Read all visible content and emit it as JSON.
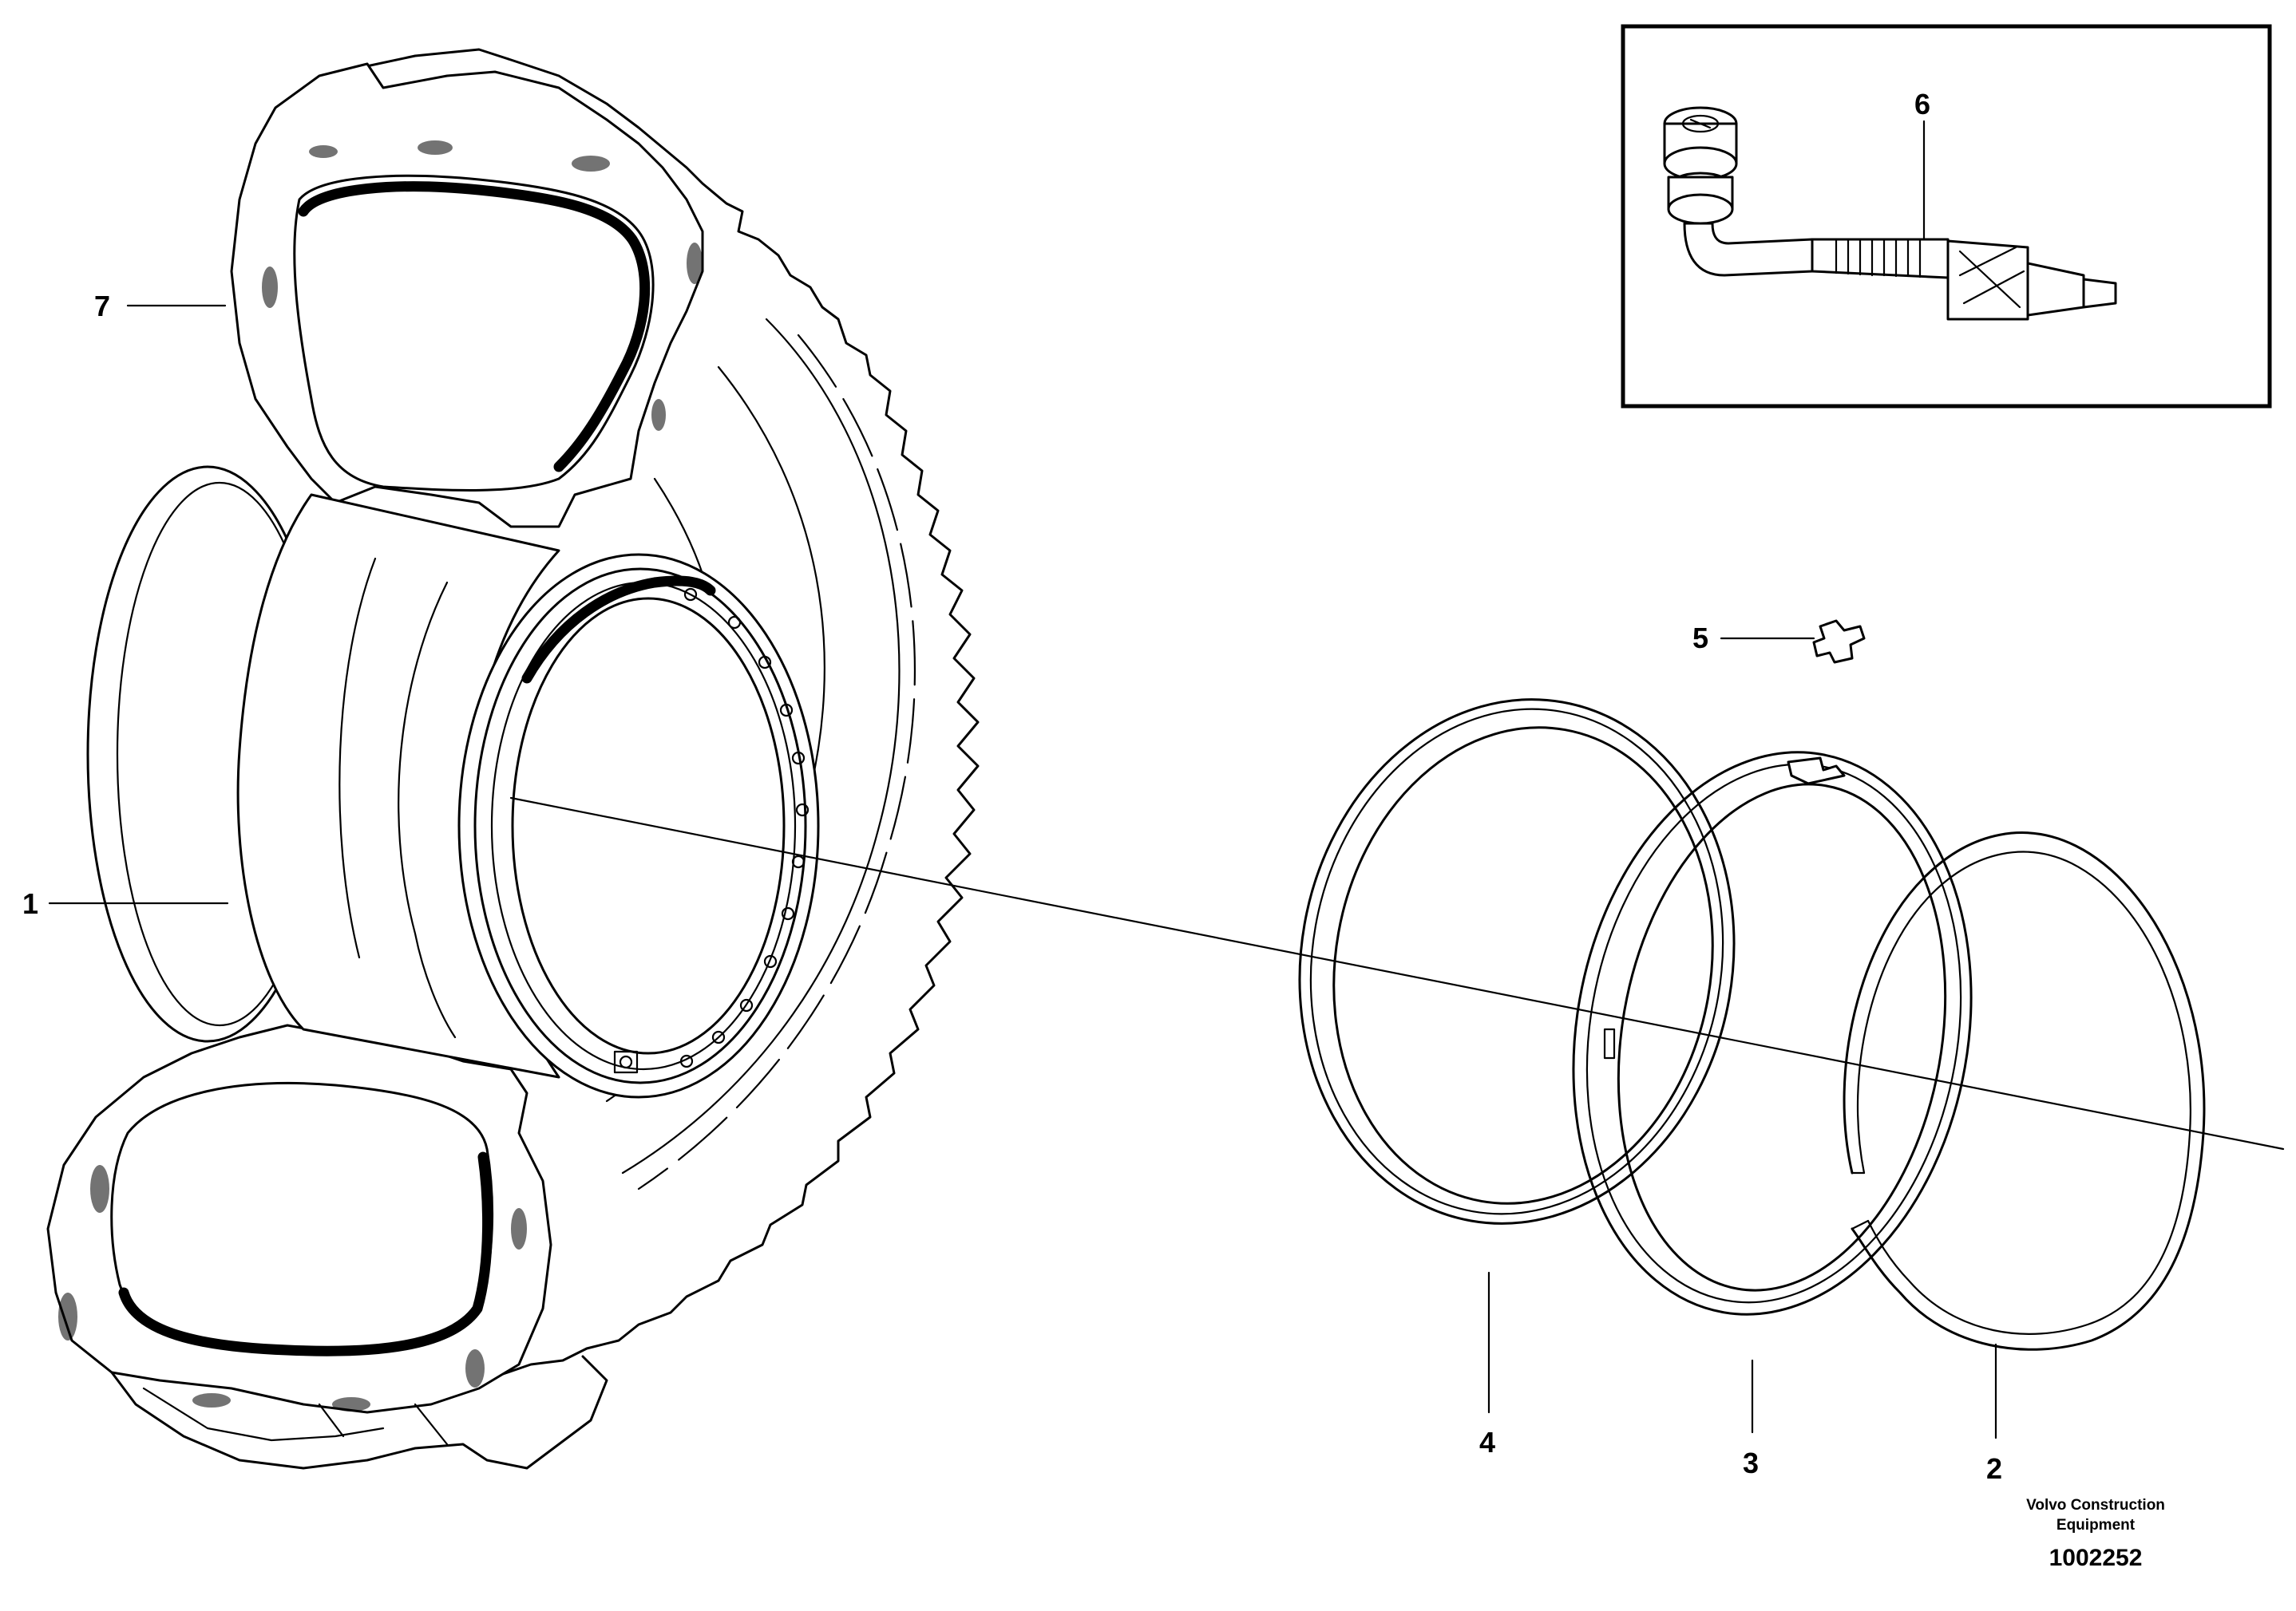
{
  "callouts": [
    {
      "id": "1",
      "label": "1"
    },
    {
      "id": "2",
      "label": "2"
    },
    {
      "id": "3",
      "label": "3"
    },
    {
      "id": "4",
      "label": "4"
    },
    {
      "id": "5",
      "label": "5"
    },
    {
      "id": "6",
      "label": "6"
    },
    {
      "id": "7",
      "label": "7"
    }
  ],
  "brand": {
    "line1": "Volvo Construction",
    "line2": "Equipment"
  },
  "document_number": "1002252"
}
